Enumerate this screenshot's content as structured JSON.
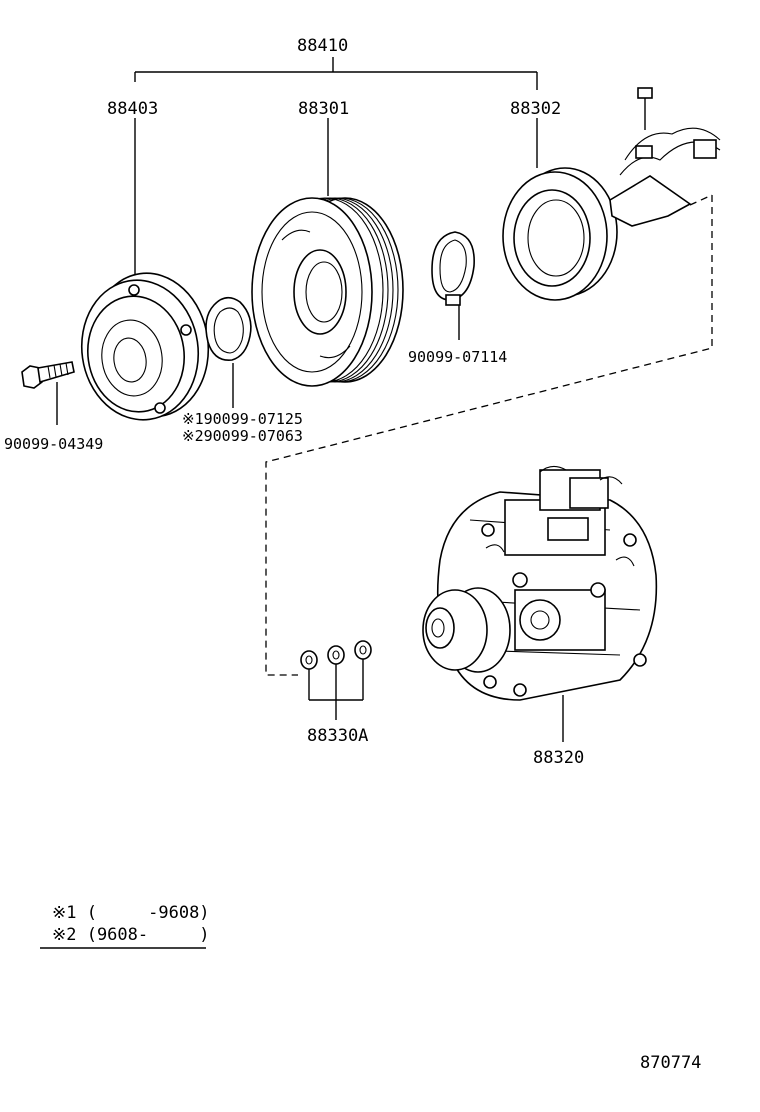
{
  "labels": {
    "assembly": "88410",
    "plate": "88403",
    "pulley": "88301",
    "coil": "88302",
    "snap_ring": "90099-07114",
    "bolt": "90099-04349",
    "shim_1": "※190099-07125",
    "shim_2": "※290099-07063",
    "orings": "88330A",
    "compressor": "88320",
    "diagram_number": "870774"
  },
  "notes": {
    "note_1": "※1 (     -9608)",
    "note_2": "※2 (9608-     )"
  }
}
